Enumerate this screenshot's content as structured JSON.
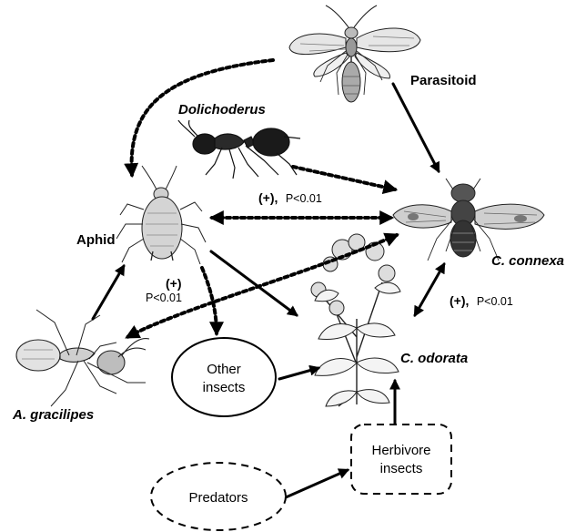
{
  "nodes": {
    "parasitoid": "Parasitoid",
    "dolichoderus": "Dolichoderus",
    "aphid": "Aphid",
    "c_connexa": "C. connexa",
    "c_odorata": "C. odorata",
    "a_gracilipes": "A. gracilipes",
    "other_insects": [
      "Other",
      "insects"
    ],
    "herbivore_insects": [
      "Herbivore",
      "insects"
    ],
    "predators": "Predators"
  },
  "stats": {
    "aphid_connexa": {
      "sign": "(+),",
      "p": "P<0.01"
    },
    "aphid_other": {
      "sign": "(+)",
      "p": "P<0.01"
    },
    "connexa_odorata": {
      "sign": "(+),",
      "p": "P<0.01"
    }
  },
  "colors": {
    "ink": "#000000",
    "background": "#ffffff"
  }
}
